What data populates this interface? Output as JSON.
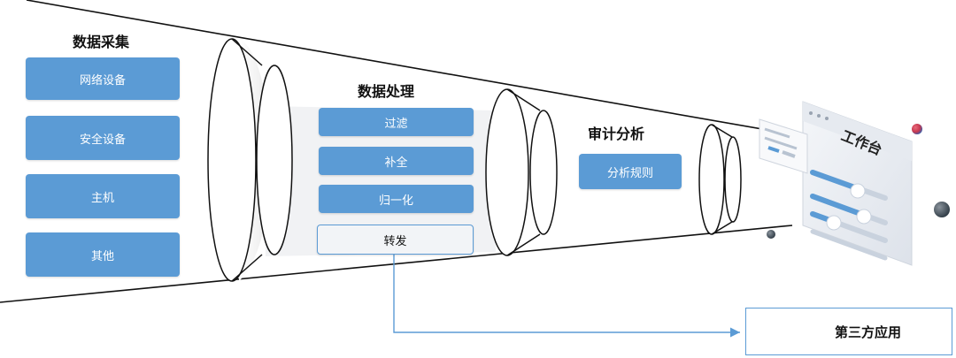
{
  "collection": {
    "title": "数据采集",
    "items": [
      "网络设备",
      "安全设备",
      "主机",
      "其他"
    ]
  },
  "processing": {
    "title": "数据处理",
    "items": [
      "过滤",
      "补全",
      "归一化"
    ],
    "forward_label": "转发"
  },
  "audit": {
    "title": "审计分析",
    "rule_label": "分析规则"
  },
  "workstation": {
    "title": "工作台"
  },
  "third_party": {
    "label": "第三方应用"
  },
  "colors": {
    "box_blue": "#5b9bd5",
    "line": "#111111",
    "arrow": "#5b9bd5"
  }
}
